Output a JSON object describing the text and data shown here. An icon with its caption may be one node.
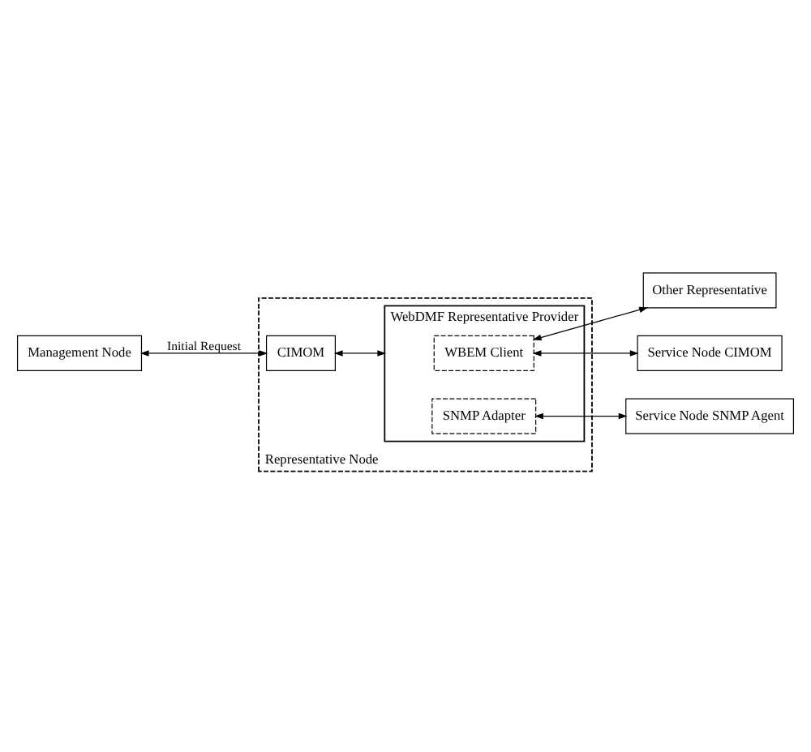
{
  "diagram": {
    "nodes": [
      {
        "text": [
          "Management Node"
        ]
      },
      {
        "text": [
          "Representative Node"
        ]
      },
      {
        "text": [
          "CIMOM"
        ],
        "in": 1
      },
      {
        "text": [
          "WebDMF Representative Provider"
        ],
        "in": 1
      },
      {
        "text": [
          "WBEM Client"
        ],
        "in": 3
      },
      {
        "text": [
          "SNMP Adapter"
        ],
        "in": 3
      },
      {
        "text": [
          "Other Representative"
        ]
      },
      {
        "text": [
          "Service Node CIMOM"
        ]
      },
      {
        "text": [
          "Service Node SNMP Agent"
        ]
      }
    ],
    "edges": [
      {
        "from": 0,
        "to": 2,
        "arrow": "both",
        "label": "Initial Request"
      },
      {
        "from": 2,
        "to": 3,
        "arrow": "both"
      },
      {
        "from": 4,
        "to": 6,
        "arrow": "both"
      },
      {
        "from": 4,
        "to": 7,
        "arrow": "both"
      },
      {
        "from": 5,
        "to": 8,
        "arrow": "both"
      }
    ]
  }
}
